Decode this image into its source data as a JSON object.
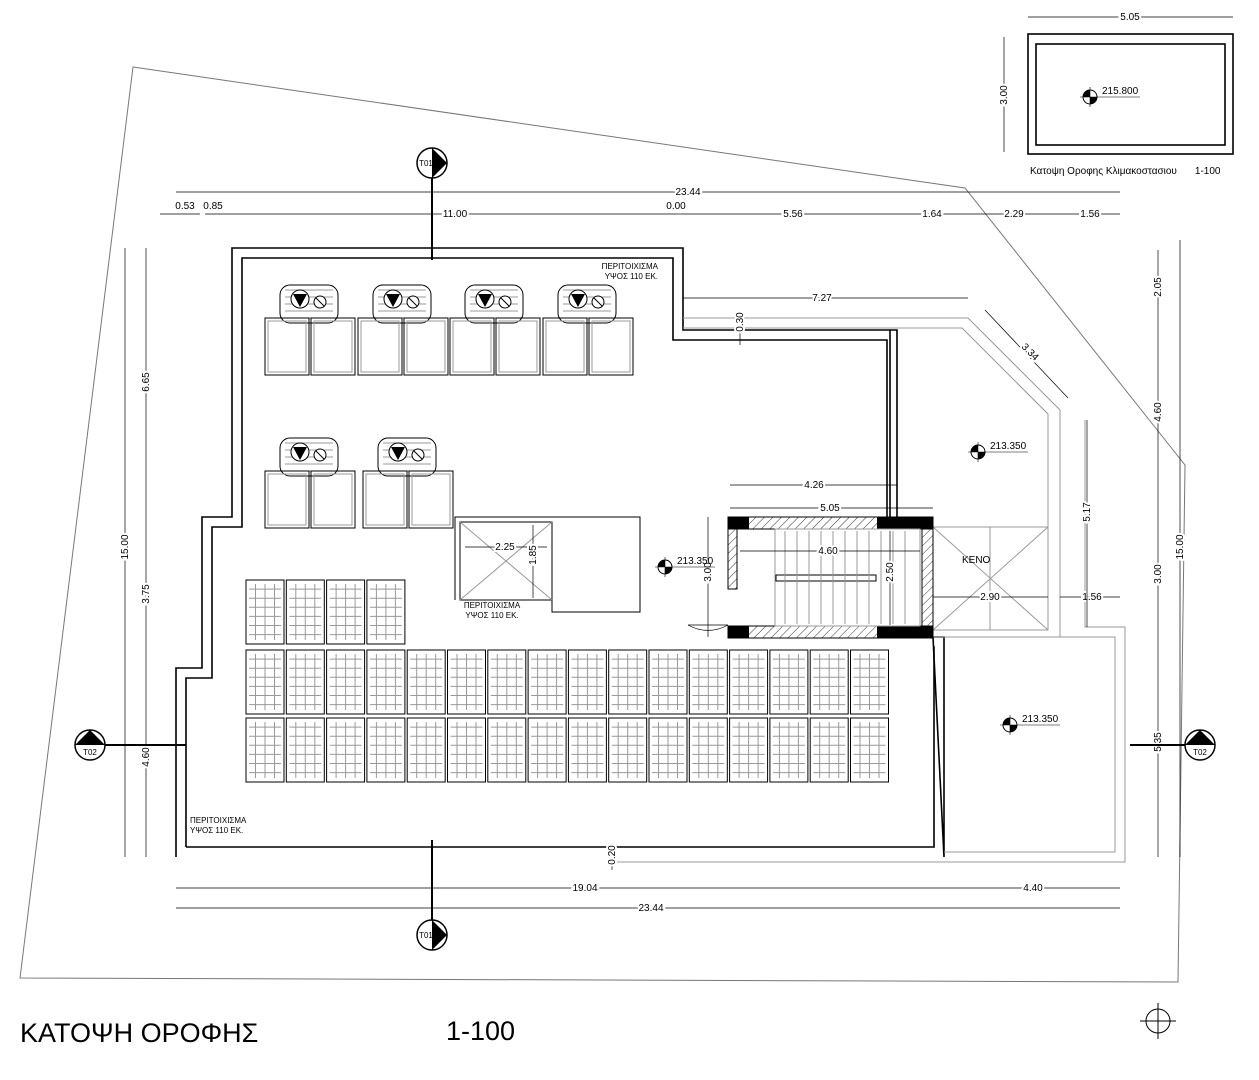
{
  "drawing": {
    "title": "ΚΑΤΟΨΗ ΟΡΟΦΗΣ",
    "scale": "1-100"
  },
  "stair_roof_inset": {
    "caption": "Κατοψη Οροφης Κλιμακοστασιου",
    "scale": "1-100",
    "width": "5.05",
    "height": "3.00",
    "level": "215.800"
  },
  "levels": [
    "213.350",
    "213.350",
    "213.350"
  ],
  "labels": {
    "parapet_line1": "ΠΕΡΙΤΟΙΧΙΣΜΑ",
    "parapet_line2": "ΥΨΟΣ 110 ΕΚ.",
    "void": "KENO"
  },
  "sections": {
    "t01": "T01",
    "t02": "T02"
  },
  "dimensions": [
    "23.44",
    "0.53",
    "0.85",
    "11.00",
    "0.00",
    "5.56",
    "1.64",
    "2.29",
    "1.56",
    "7.27",
    "0.30",
    "3.34",
    "4.26",
    "5.05",
    "4.60",
    "2.50",
    "3.00",
    "2.90",
    "1.56",
    "5.17",
    "6.65",
    "15.00",
    "3.75",
    "4.60",
    "2.05",
    "4.60",
    "3.00",
    "5.35",
    "15.00",
    "19.04",
    "4.40",
    "23.44",
    "0.20",
    "2.25",
    "1.85"
  ],
  "solar_panels": {
    "rows": [
      4,
      16,
      16
    ]
  },
  "water_heaters": {
    "count": 6
  },
  "colors": {
    "line": "#000000",
    "site_boundary": "#777777"
  }
}
